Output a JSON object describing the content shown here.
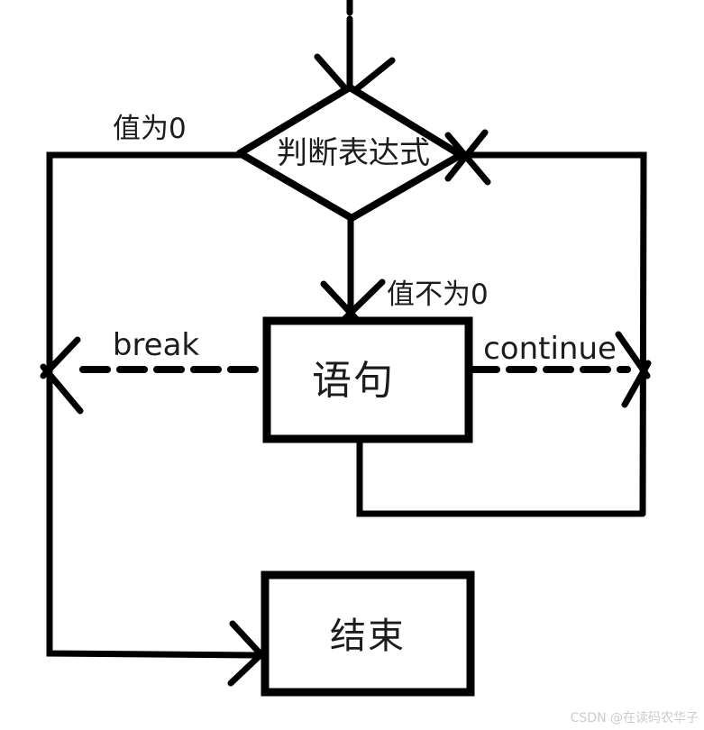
{
  "diagram": {
    "decision_node": {
      "shape": "diamond",
      "label": "判断表达式"
    },
    "statement_node": {
      "shape": "rect",
      "label": "语句"
    },
    "end_node": {
      "shape": "rect",
      "label": "结束"
    },
    "edge_labels": {
      "zero_branch": "值为0",
      "nonzero_branch": "值不为0",
      "break_edge": "break",
      "continue_edge": "continue"
    },
    "colors": {
      "stroke": "#000000",
      "text": "#1c1c1c",
      "background": "#ffffff",
      "watermark": "#cccccc"
    }
  },
  "watermark": {
    "text": "CSDN @在读码农华子"
  }
}
